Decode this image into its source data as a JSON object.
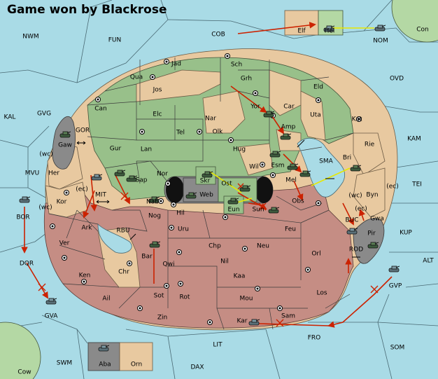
{
  "title": "Game won by Blackrose",
  "colors": {
    "water": "#a9dbe6",
    "neutral": "#e8c9a0",
    "green_power": "#98c08a",
    "red_power": "#c58d84",
    "gray_power": "#8a8a8a",
    "order_move": "#cc2200",
    "order_support": "#e8e800"
  },
  "provinces": {
    "nwm": "NWM",
    "fun": "FUN",
    "cob": "COB",
    "elf": "Elf",
    "hel": "Hel",
    "nom": "NOM",
    "con": "Con",
    "kal": "KAL",
    "gvg": "GVG",
    "jad": "Jad",
    "sch": "Sch",
    "qua": "Qua",
    "jos": "Jos",
    "grh": "Grh",
    "eld": "Eld",
    "ovd": "OVD",
    "can": "Can",
    "elc": "Elc",
    "nar": "Nar",
    "yor": "Yor",
    "car": "Car",
    "uta": "Uta",
    "kat": "Kat",
    "kam": "KAM",
    "gor": "GOR",
    "gaw": "Gaw",
    "tel": "Tel",
    "olk": "Olk",
    "amp": "Amp",
    "rie": "Rie",
    "gur": "Gur",
    "lan": "Lan",
    "hug": "Hug",
    "bri": "Bri",
    "mvu": "MVU",
    "her": "Her",
    "nor": "Nor",
    "wil": "Wil",
    "esm": "Esm",
    "sma": "SMA",
    "tei": "TEI",
    "sap": "Sap",
    "skr": "Skr",
    "ost": "Ost",
    "mel": "Mel",
    "byn": "Byn",
    "kor": "Kor",
    "mit": "MIT",
    "nab": "Nab",
    "web": "Web",
    "eun": "Eun",
    "sun": "Sun",
    "obs": "Obs",
    "gwa": "Gwa",
    "bor": "BOR",
    "hil": "Hil",
    "buc": "BUC",
    "pir": "Pir",
    "kup": "KUP",
    "ark": "Ark",
    "rbu": "RBU",
    "nog": "Nog",
    "uru": "Uru",
    "feu": "Feu",
    "ver": "Ver",
    "chp": "Chp",
    "neu": "Neu",
    "rod": "ROD",
    "dqr": "DQR",
    "bar": "Bar",
    "qwi": "Qwi",
    "nil": "Nil",
    "orl": "Orl",
    "alt": "ALT",
    "ken": "Ken",
    "chr": "Chr",
    "kaa": "Kaa",
    "gvp": "GVP",
    "ail": "Ail",
    "sot": "Sot",
    "rot": "Rot",
    "mou": "Mou",
    "los": "Los",
    "gva": "GVA",
    "zin": "Zin",
    "kar": "Kar",
    "sam": "Sam",
    "fro": "FRO",
    "lit": "LIT",
    "som": "SOM",
    "swm": "SWM",
    "dax": "DAX",
    "aba": "Aba",
    "orn": "Orn",
    "cow": "Cow"
  },
  "coast_marks": {
    "wc1": "(wc)",
    "wc2": "(wc)",
    "ec1": "(ec)",
    "ec2": "(ec)",
    "wc3": "(wc)",
    "ec3": "(ec)"
  }
}
